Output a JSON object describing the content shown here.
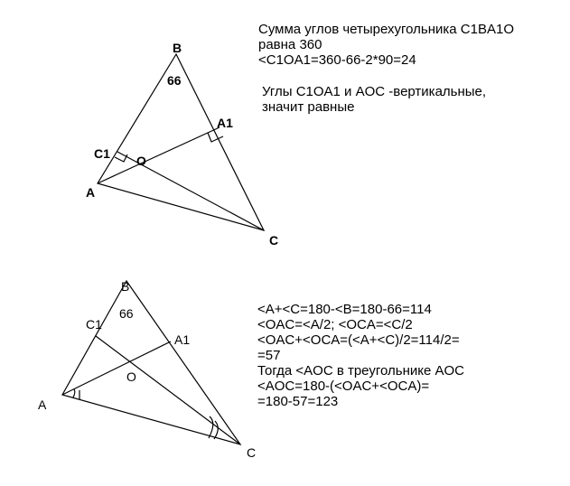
{
  "colors": {
    "stroke": "#000000",
    "text": "#000000",
    "background": "#ffffff"
  },
  "diagram1": {
    "labels": {
      "B": "B",
      "A": "A",
      "C": "C",
      "A1": "A1",
      "C1": "C1",
      "O": "O",
      "angle": "66"
    }
  },
  "diagram2": {
    "labels": {
      "B": "B",
      "A": "A",
      "C": "C",
      "A1": "A1",
      "C1": "C1",
      "O": "O",
      "angle": "66"
    }
  },
  "text1": {
    "lines": [
      "Сумма углов четырехугольника C1BA1O",
      "равна 360",
      "<C1OA1=360-66-2*90=24"
    ]
  },
  "text2": {
    "lines": [
      "Углы C1OA1 и AOC -вертикальные,",
      "значит равные"
    ]
  },
  "text3": {
    "lines": [
      "<A+<C=180-<B=180-66=114",
      "<OAC=<A/2; <OCA=<C/2",
      "<OAC+<OCA=(<A+<C)/2=114/2=",
      "=57",
      "Тогда <AOC в треугольнике AOC",
      "<AOC=180-(<OAC+<OCA)=",
      "=180-57=123"
    ]
  }
}
